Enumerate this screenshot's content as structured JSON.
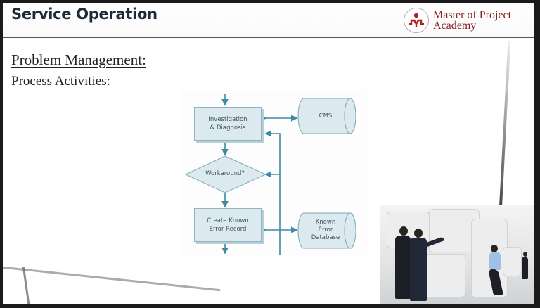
{
  "slide": {
    "title": "Service Operation",
    "logo": {
      "icon": "academy-person-icon",
      "line1": "Master of Project",
      "line2": "Academy",
      "color": "#8a1c1c"
    },
    "heading": "Problem Management:",
    "subheading": "Process Activities:"
  },
  "diagram": {
    "nodes": {
      "investigation": "Investigation\n& Diagnosis",
      "workaround": "Workaround?",
      "create_known_error": "Create Known\nError Record"
    },
    "stores": {
      "cms": "CMS",
      "known_error_db": "Known\nError\nDatabase"
    },
    "colors": {
      "fill": "#dce9ef",
      "stroke": "#3f8aa3"
    }
  },
  "photo": {
    "description": "business-team-puzzle-image"
  }
}
